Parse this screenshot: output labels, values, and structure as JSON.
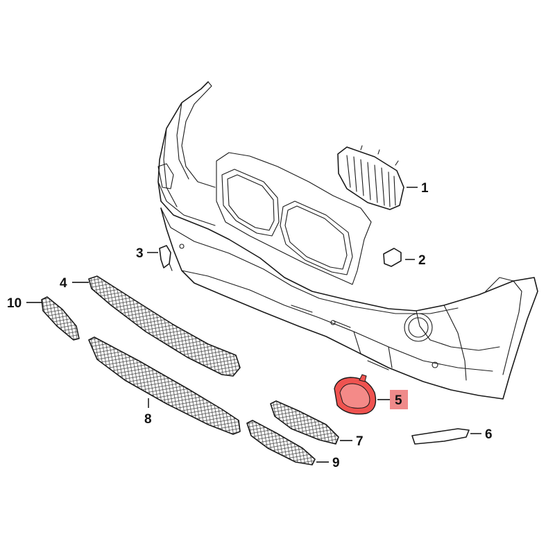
{
  "diagram": {
    "highlight_color": "#ef5350",
    "callouts": [
      {
        "id": "1",
        "label": "1"
      },
      {
        "id": "2",
        "label": "2"
      },
      {
        "id": "3",
        "label": "3"
      },
      {
        "id": "4",
        "label": "4"
      },
      {
        "id": "5",
        "label": "5",
        "highlighted": true
      },
      {
        "id": "6",
        "label": "6"
      },
      {
        "id": "7",
        "label": "7"
      },
      {
        "id": "8",
        "label": "8"
      },
      {
        "id": "9",
        "label": "9"
      },
      {
        "id": "10",
        "label": "10"
      }
    ]
  }
}
